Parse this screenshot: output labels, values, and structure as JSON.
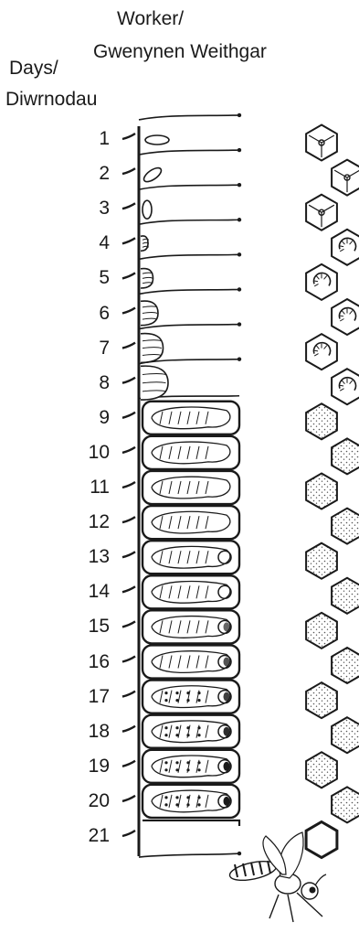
{
  "header": {
    "worker_line1": "Worker/",
    "worker_line2": "Gwenynen Weithgar",
    "days_line1": "Days/",
    "days_line2": "Diwrnodau"
  },
  "days": [
    "1",
    "2",
    "3",
    "4",
    "5",
    "6",
    "7",
    "8",
    "9",
    "10",
    "11",
    "12",
    "13",
    "14",
    "15",
    "16",
    "17",
    "18",
    "19",
    "20",
    "21"
  ],
  "stages": [
    {
      "day": 1,
      "cell": "egg-upright",
      "comb": "egg"
    },
    {
      "day": 2,
      "cell": "egg-tilted",
      "comb": "egg"
    },
    {
      "day": 3,
      "cell": "egg-lying",
      "comb": "egg"
    },
    {
      "day": 4,
      "cell": "larva",
      "comb": "larva"
    },
    {
      "day": 5,
      "cell": "larva",
      "comb": "larva"
    },
    {
      "day": 6,
      "cell": "larva",
      "comb": "larva"
    },
    {
      "day": 7,
      "cell": "larva",
      "comb": "larva"
    },
    {
      "day": 8,
      "cell": "larva",
      "comb": "larva"
    },
    {
      "day": 9,
      "cell": "capped-prepupa",
      "comb": "capped"
    },
    {
      "day": 10,
      "cell": "capped-prepupa",
      "comb": "capped"
    },
    {
      "day": 11,
      "cell": "capped-prepupa",
      "comb": "capped"
    },
    {
      "day": 12,
      "cell": "capped-prepupa",
      "comb": "capped"
    },
    {
      "day": 13,
      "cell": "capped-pupa",
      "comb": "capped"
    },
    {
      "day": 14,
      "cell": "capped-pupa",
      "comb": "capped"
    },
    {
      "day": 15,
      "cell": "capped-pupa",
      "comb": "capped"
    },
    {
      "day": 16,
      "cell": "capped-pupa",
      "comb": "capped"
    },
    {
      "day": 17,
      "cell": "capped-pupa",
      "comb": "capped"
    },
    {
      "day": 18,
      "cell": "capped-pupa",
      "comb": "capped"
    },
    {
      "day": 19,
      "cell": "capped-pupa",
      "comb": "capped"
    },
    {
      "day": 20,
      "cell": "capped-pupa",
      "comb": "capped"
    },
    {
      "day": 21,
      "cell": "empty-emerged",
      "comb": "empty"
    }
  ],
  "colors": {
    "ink": "#1a1a1a",
    "stipple": "#555555",
    "background": "#ffffff"
  },
  "icons": {
    "bee": "emerging-bee-icon"
  }
}
